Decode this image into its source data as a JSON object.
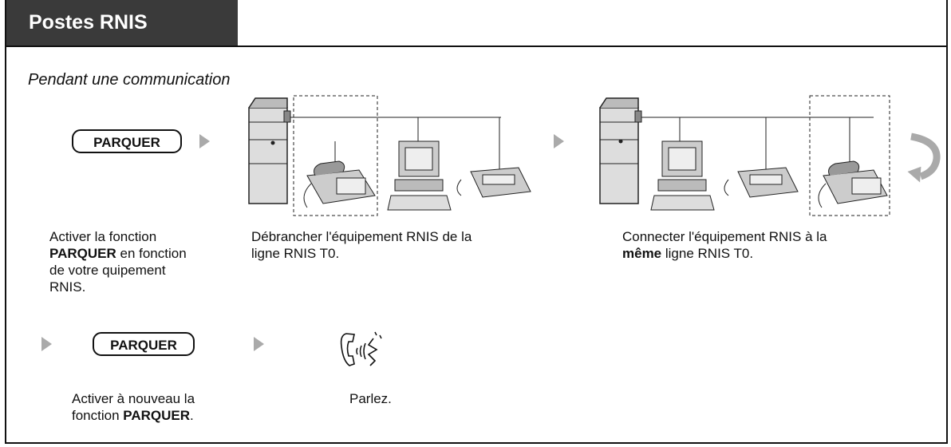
{
  "header": {
    "title": "Postes RNIS"
  },
  "section": {
    "subtitle": "Pendant une communication"
  },
  "step1": {
    "button_label": "PARQUER",
    "caption_part1": "Activer la fonction",
    "caption_bold": "PARQUER",
    "caption_part2": "en fonction",
    "caption_part3": "de votre  quipement",
    "caption_part4": "RNIS."
  },
  "step2": {
    "caption_line1": "Débrancher l'équipement RNIS de la",
    "caption_line2": "ligne RNIS T0."
  },
  "step3": {
    "caption_line1": "Connecter l'équipement RNIS à la",
    "caption_bold": "même",
    "caption_rest": "ligne RNIS T0."
  },
  "step4": {
    "button_label": "PARQUER",
    "caption_line1": "Activer à nouveau la",
    "caption_part2": "fonction",
    "caption_bold": "PARQUER",
    "caption_end": "."
  },
  "step5": {
    "caption": "Parlez."
  },
  "colors": {
    "header_bg": "#3a3a3a",
    "arrow": "#aaaaaa"
  },
  "icons": [
    "arrow-right-icon",
    "pbx-diagram-disconnect",
    "pbx-diagram-reconnect",
    "curved-return-arrow-icon",
    "talk-handset-icon"
  ]
}
